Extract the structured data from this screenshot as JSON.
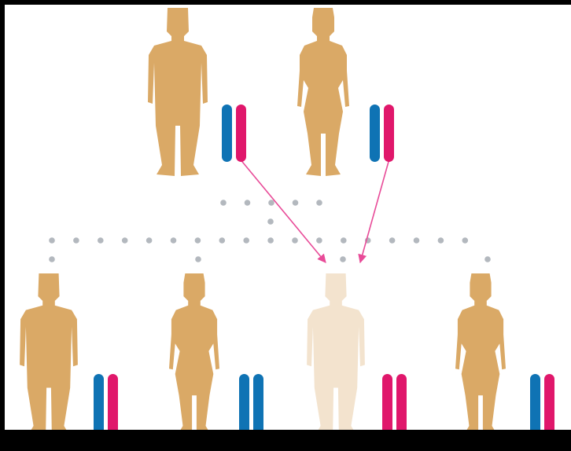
{
  "diagram": {
    "colors": {
      "background": "#ffffff",
      "frame": "#000000",
      "figure": "#DAA966",
      "figure_highlight": "#F3E3CE",
      "chromosome_a": "#0F73B4",
      "chromosome_b": "#E0176B",
      "connector_dots": "#B3B8BE",
      "arrow": "#E84B98"
    },
    "parents": [
      {
        "name": "father",
        "chromosomes": [
          "chromosome_a",
          "chromosome_b"
        ]
      },
      {
        "name": "mother",
        "chromosomes": [
          "chromosome_a",
          "chromosome_b"
        ]
      }
    ],
    "children": [
      {
        "name": "son",
        "chromosomes": [
          "chromosome_a",
          "chromosome_b"
        ],
        "highlighted": false
      },
      {
        "name": "daughter",
        "chromosomes": [
          "chromosome_a",
          "chromosome_a"
        ],
        "highlighted": false
      },
      {
        "name": "son",
        "chromosomes": [
          "chromosome_b",
          "chromosome_b"
        ],
        "highlighted": true
      },
      {
        "name": "daughter",
        "chromosomes": [
          "chromosome_a",
          "chromosome_b"
        ],
        "highlighted": false
      }
    ],
    "inheritance": [
      {
        "from_parent": 0,
        "chromosome": "chromosome_b",
        "to_child": 2
      },
      {
        "from_parent": 1,
        "chromosome": "chromosome_b",
        "to_child": 2
      }
    ]
  }
}
